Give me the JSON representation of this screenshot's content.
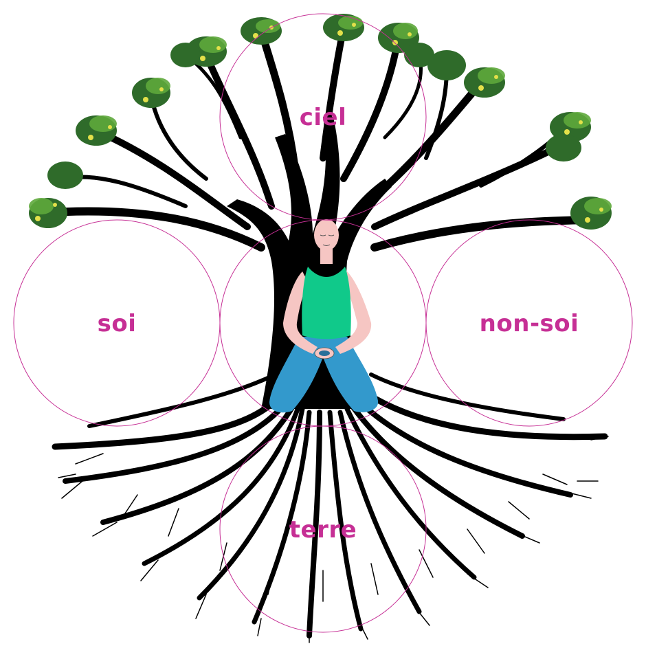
{
  "labels": {
    "top": "ciel",
    "left": "soi",
    "right": "non-soi",
    "bottom": "terre"
  },
  "colors": {
    "accent": "#c62f95",
    "trunk": "#000000",
    "leaf_dark": "#2f6b2a",
    "leaf_mid": "#5ea83b",
    "leaf_light": "#b7d94a",
    "leaf_yellow": "#e3e04a",
    "skin": "#f6c6c3",
    "tank_top": "#10c98a",
    "trousers": "#3399cc"
  }
}
